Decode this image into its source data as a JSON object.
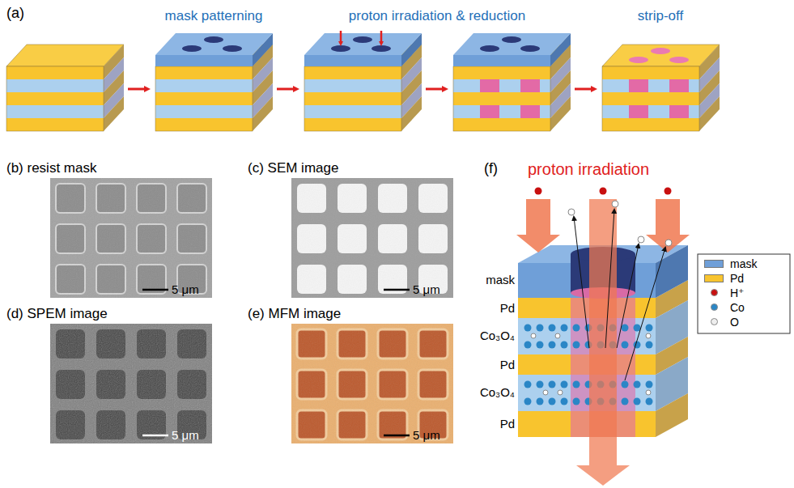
{
  "diagram": {
    "nodes": [
      {
        "text": [
          "(b) resist mask",
          "5 μm"
        ]
      },
      {
        "text": [
          "(c) SEM image",
          "5 μm"
        ]
      },
      {
        "text": [
          "(d) SPEM image",
          "5 μm"
        ]
      },
      {
        "text": [
          "(e) MFM image",
          "5 μm"
        ]
      }
    ],
    "labels": [
      "(a)",
      "mask patterning",
      "proton irradiation & reduction",
      "strip-off",
      "(f)",
      "proton irradiation",
      "mask",
      "Pd",
      "Co₃O₄",
      "Pd",
      "Co₃O₄",
      "Pd"
    ],
    "legend": [
      {
        "text": "mask",
        "color": "#6f9fd8"
      },
      {
        "text": "Pd",
        "color": "#f8c42e"
      },
      {
        "text": "H⁺",
        "color": "#c81010"
      },
      {
        "text": "Co",
        "color": "#2a86c6"
      },
      {
        "text": "O",
        "color": "#eeeeee"
      }
    ]
  }
}
